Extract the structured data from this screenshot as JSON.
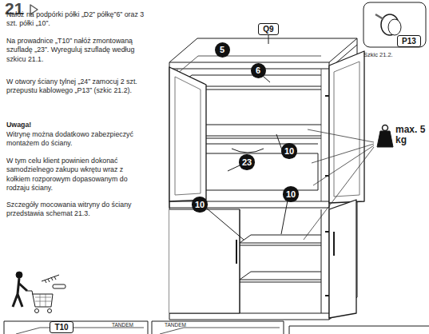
{
  "diagram": {
    "nodes": [
      {
        "text": [
          "Q9"
        ]
      },
      {
        "text": [
          "5"
        ]
      },
      {
        "text": [
          "6"
        ]
      },
      {
        "text": [
          "23"
        ]
      },
      {
        "text": [
          "10"
        ]
      },
      {
        "text": [
          "10"
        ]
      },
      {
        "text": [
          "10"
        ]
      },
      {
        "text": [
          "P13"
        ]
      },
      {
        "text": [
          "T10"
        ]
      }
    ],
    "labels": [
      "21",
      "Nałóż na podpórki półki „D2” półkę”6” oraz 3 szt. półki „10”.",
      "Na prowadnice „T10” nałóż zmontowaną szufladę „23”. Wyreguluj szufladę według szkicu 21.1.",
      "W otwory ściany tylnej „24” zamocuj 2 szt. przepustu kablowego „P13” (szkic 21.2).",
      "Uwaga!",
      "Witrynę można dodatkowo zabezpieczyć montażem do ściany.",
      "W tym celu klient powinien dokonać samodzielnego zakupu wkrętu wraz z kołkiem rozporowym dopasowanym do rodzaju ściany.",
      "Szczegóły mocowania witryny do ściany przedstawia schemat 21.3.",
      "max. 5 kg",
      "Szkic 21.2.",
      "TANDEM",
      "TANDEM"
    ]
  }
}
